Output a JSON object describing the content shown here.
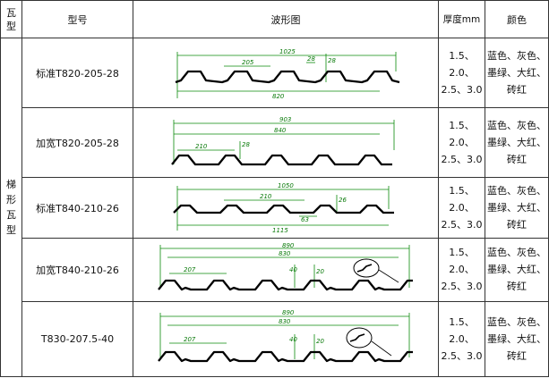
{
  "headers": {
    "category": "瓦型",
    "model": "型号",
    "waveform": "波形图",
    "thickness": "厚度mm",
    "color": "颜色"
  },
  "category_group": "梯形瓦型",
  "rows": [
    {
      "model": "标准T820-205-28",
      "thickness": [
        "1.5、2.0、",
        "2.5、3.0"
      ],
      "colors": [
        "蓝色、灰色、",
        "墨绿、大红、",
        "砖红"
      ],
      "dims": {
        "top": "1025",
        "pitch": "205",
        "a": "28",
        "b": "28",
        "bottom": "820"
      }
    },
    {
      "model": "加宽T820-205-28",
      "thickness": [
        "1.5、2.0、",
        "2.5、3.0"
      ],
      "colors": [
        "蓝色、灰色、",
        "墨绿、大红、",
        "砖红"
      ],
      "dims": {
        "top": "903",
        "mid": "840",
        "pitch": "210",
        "a": "28"
      }
    },
    {
      "model": "标准T840-210-26",
      "thickness": [
        "1.5、2.0、",
        "2.5、3.0"
      ],
      "colors": [
        "蓝色、灰色、",
        "墨绿、大红、",
        "砖红"
      ],
      "dims": {
        "top": "1050",
        "pitch": "210",
        "a": "26",
        "b": "63",
        "bottom": "1115"
      }
    },
    {
      "model": "加宽T840-210-26",
      "thickness": [
        "1.5、2.0、",
        "2.5、3.0"
      ],
      "colors": [
        "蓝色、灰色、",
        "墨绿、大红、",
        "砖红"
      ],
      "dims": {
        "top": "890",
        "mid": "830",
        "pitch": "207",
        "a": "40",
        "b": "20"
      }
    },
    {
      "model": "T830-207.5-40",
      "thickness": [
        "1.5、2.0、",
        "2.5、3.0"
      ],
      "colors": [
        "蓝色、灰色、",
        "墨绿、大红、",
        "砖红"
      ],
      "dims": {
        "top": "890",
        "mid": "830",
        "pitch": "207",
        "a": "40",
        "b": "20"
      }
    }
  ]
}
